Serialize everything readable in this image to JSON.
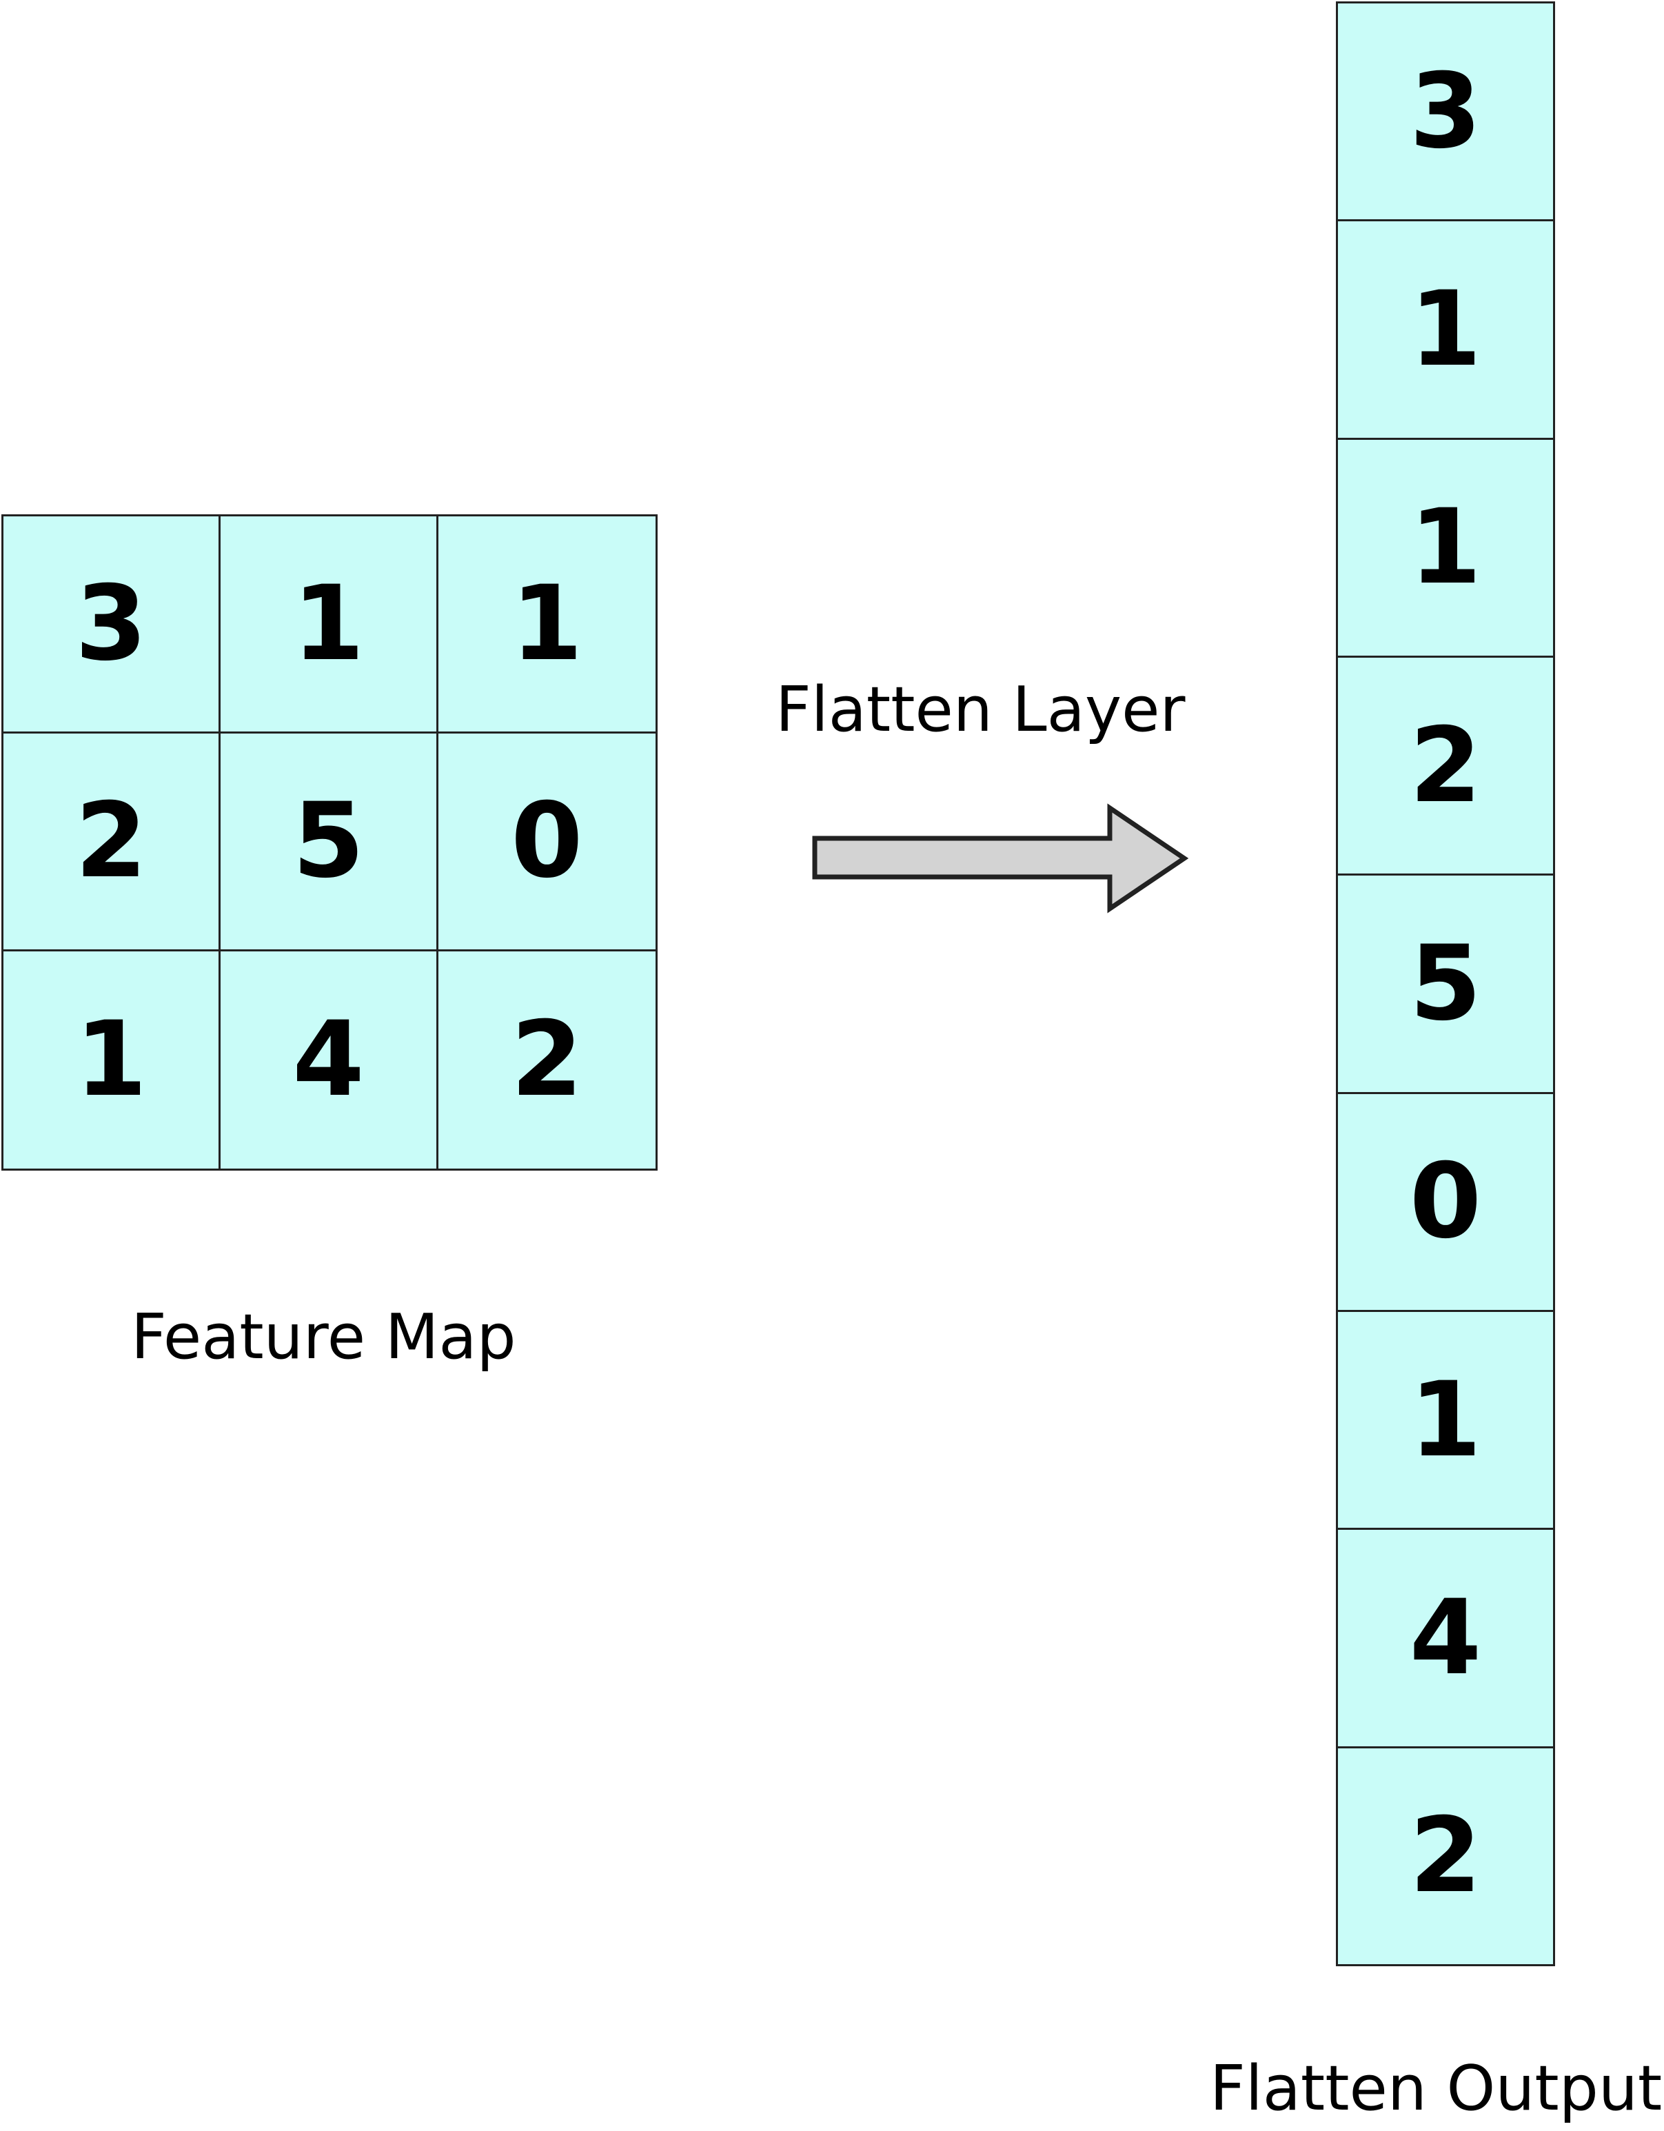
{
  "feature_map": {
    "label": "Feature Map",
    "rows": [
      [
        "3",
        "1",
        "1"
      ],
      [
        "2",
        "5",
        "0"
      ],
      [
        "1",
        "4",
        "2"
      ]
    ]
  },
  "flatten_layer": {
    "label": "Flatten Layer"
  },
  "flatten_output": {
    "label": "Flatten Output",
    "values": [
      "3",
      "1",
      "1",
      "2",
      "5",
      "0",
      "1",
      "4",
      "2"
    ]
  },
  "colors": {
    "cell_fill": "#c9fcf8",
    "border": "#222222",
    "arrow_fill": "#d3d3d3"
  }
}
